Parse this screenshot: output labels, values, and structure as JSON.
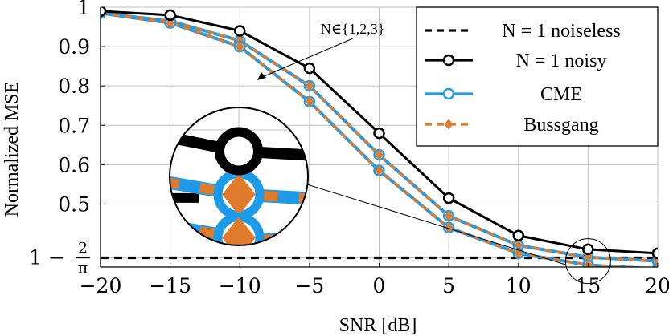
{
  "chart_data": {
    "type": "line",
    "xlabel": "SNR [dB]",
    "ylabel": "Normalized MSE",
    "xlim": [
      -20,
      20
    ],
    "ylim": [
      0.34,
      1.0
    ],
    "x": [
      -20,
      -15,
      -10,
      -5,
      0,
      5,
      10,
      15,
      20
    ],
    "x_tick_labels": [
      "−20",
      "−15",
      "−10",
      "−5",
      "0",
      "5",
      "10",
      "15",
      "20"
    ],
    "y_ticks": [
      0.5,
      0.6,
      0.7,
      0.8,
      0.9,
      1.0
    ],
    "y_tick_labels": [
      "0.5",
      "0.6",
      "0.7",
      "0.8",
      "0.9",
      "1"
    ],
    "special_y_tick": {
      "value": 0.3634,
      "label_prefix": "1 −",
      "numerator": "2",
      "denominator": "π"
    },
    "grid": true,
    "legend_position": "top-right",
    "series": [
      {
        "name": "N = 1 noiseless",
        "style": "dashed",
        "color": "#000000",
        "marker": "none",
        "values": [
          0.3634,
          0.3634,
          0.3634,
          0.3634,
          0.3634,
          0.3634,
          0.3634,
          0.3634,
          0.3634
        ]
      },
      {
        "name": "N = 1 noisy",
        "style": "solid",
        "color": "#000000",
        "marker": "circle",
        "values": [
          0.99,
          0.98,
          0.94,
          0.845,
          0.68,
          0.515,
          0.42,
          0.385,
          0.375
        ]
      },
      {
        "name": "CME",
        "style": "solid",
        "color": "#1e9be8",
        "marker": "circle",
        "groups": [
          [
            0.985,
            0.965,
            0.915,
            0.8,
            0.625,
            0.47,
            0.395,
            0.365,
            0.355
          ],
          [
            0.985,
            0.96,
            0.9,
            0.76,
            0.585,
            0.44,
            0.375,
            0.345,
            0.335
          ]
        ]
      },
      {
        "name": "Bussgang",
        "style": "dashed",
        "color": "#e07b2c",
        "marker": "diamond",
        "groups": [
          [
            0.985,
            0.965,
            0.915,
            0.8,
            0.625,
            0.47,
            0.395,
            0.365,
            0.355
          ],
          [
            0.985,
            0.96,
            0.9,
            0.76,
            0.585,
            0.44,
            0.375,
            0.345,
            0.335
          ]
        ]
      }
    ],
    "annotations": [
      {
        "text": "N∈{1,2,3}",
        "x": -4.2,
        "y": 0.945
      }
    ]
  },
  "colors": {
    "cme": "#1e9be8",
    "bussgang": "#e07b2c",
    "black": "#000000",
    "grid": "#bfbfbf"
  }
}
